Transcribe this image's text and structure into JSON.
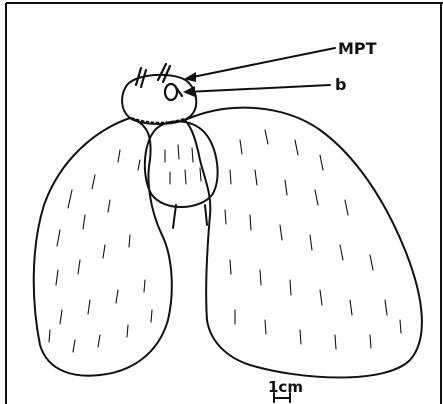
{
  "labels": {
    "mpt": "MPT",
    "b": "b",
    "scale": "1cm"
  }
}
